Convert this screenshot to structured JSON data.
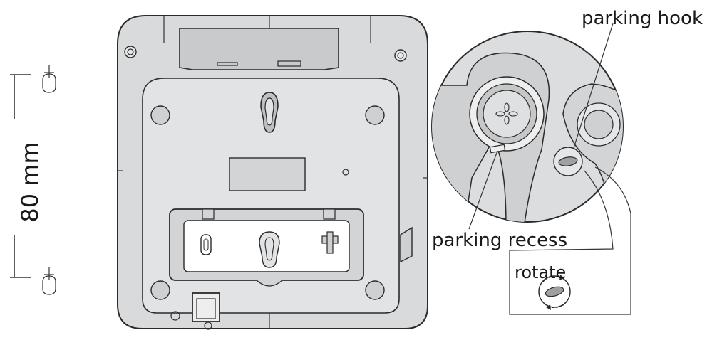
{
  "labels": {
    "dimension": "80 mm",
    "parking_hook": "parking hook",
    "parking_recess": "parking recess",
    "rotate": "rotate"
  },
  "colors": {
    "body_fill": "#d9dadb",
    "panel_fill": "#e2e3e4",
    "dark_fill": "#bfc0c2",
    "inset_fill": "#eeeeee",
    "stroke": "#2b2b2b"
  },
  "icons": [
    "screw-icon",
    "rotate-arrow-icon"
  ]
}
